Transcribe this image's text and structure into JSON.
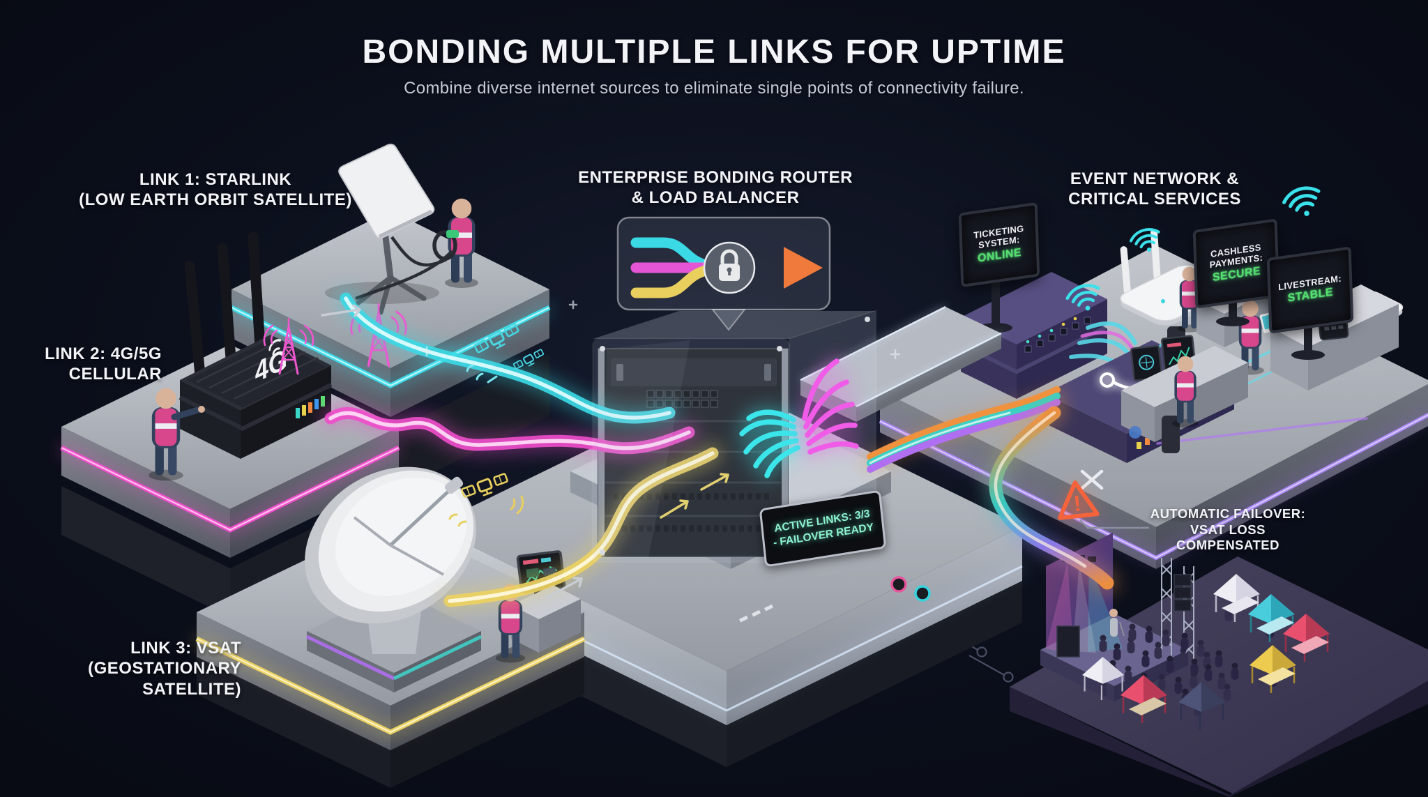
{
  "header": {
    "title": "BONDING MULTIPLE LINKS FOR UPTIME",
    "subtitle": "Combine diverse internet sources to eliminate single points of connectivity failure."
  },
  "links": {
    "starlink": {
      "line1": "LINK 1: STARLINK",
      "line2": "(LOW EARTH ORBIT SATELLITE)",
      "accent": "#3bd9e6"
    },
    "cellular": {
      "line1": "LINK 2: 4G/5G",
      "line2": "CELLULAR",
      "accent": "#f04ecb",
      "device_label": "4G"
    },
    "vsat": {
      "line1": "LINK 3: VSAT",
      "line2": "(GEOSTATIONARY",
      "line3": "SATELLITE)",
      "accent": "#ecd261"
    }
  },
  "router": {
    "label_line1": "ENTERPRISE BONDING ROUTER",
    "label_line2": "& LOAD BALANCER",
    "display": {
      "line1": "ACTIVE LINKS: 3/3",
      "line2": "- FAILOVER READY",
      "text_color": "#8df2cf"
    },
    "wings_colors": {
      "left": "#3ae6ea",
      "right": "#f05ce8"
    },
    "bonded_cable_colors": [
      "#f0913e",
      "#3ad0c4",
      "#b06ef0"
    ]
  },
  "event": {
    "label_line1": "EVENT NETWORK &",
    "label_line2": "CRITICAL SERVICES",
    "screens": [
      {
        "label": "TICKETING SYSTEM:",
        "status": "ONLINE",
        "status_color": "#55e06e"
      },
      {
        "label": "CASHLESS PAYMENTS:",
        "status": "SECURE",
        "status_color": "#55e06e"
      },
      {
        "label": "LIVESTREAM:",
        "status": "STABLE",
        "status_color": "#55e06e"
      }
    ]
  },
  "failover": {
    "line1": "AUTOMATIC FAILOVER:",
    "line2": "VSAT LOSS COMPENSATED",
    "warning_mark": "!",
    "warning_color": "#f4633c"
  }
}
